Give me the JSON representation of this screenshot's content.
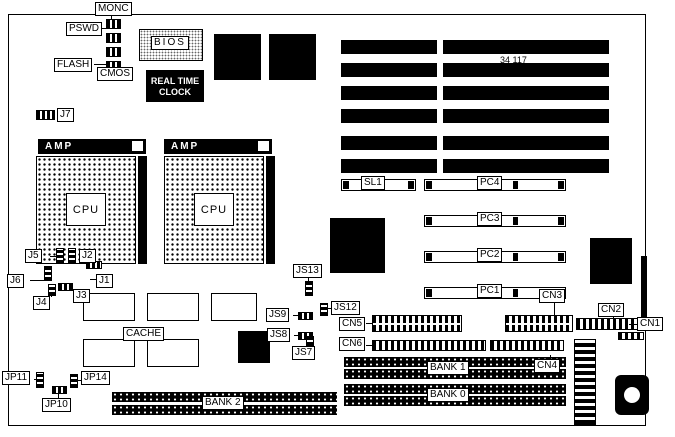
{
  "board": {
    "part_number": "34 117",
    "rtc_line1": "REAL TIME",
    "rtc_line2": "CLOCK",
    "labels": {
      "monc": "MONC",
      "pswd": "PSWD",
      "flash": "FLASH",
      "cmos": "CMOS",
      "bios": "BIOS",
      "j7": "J7",
      "amp": "AMP",
      "cpu": "CPU",
      "j5": "J5",
      "j2": "J2",
      "j6": "J6",
      "j1": "J1",
      "j4": "J4",
      "j3": "J3",
      "cache": "CACHE",
      "jp11": "JP11",
      "jp14": "JP14",
      "jp10": "JP10",
      "js13": "JS13",
      "js12": "JS12",
      "js9": "JS9",
      "js8": "JS8",
      "js7": "JS7",
      "cn5": "CN5",
      "cn6": "CN6",
      "sl1": "SL1",
      "pc4": "PC4",
      "pc3": "PC3",
      "pc2": "PC2",
      "pc1": "PC1",
      "cn3": "CN3",
      "cn2": "CN2",
      "cn1": "CN1",
      "cn4": "CN4",
      "bank1": "BANK 1",
      "bank0": "BANK 0",
      "bank2": "BANK 2"
    }
  }
}
